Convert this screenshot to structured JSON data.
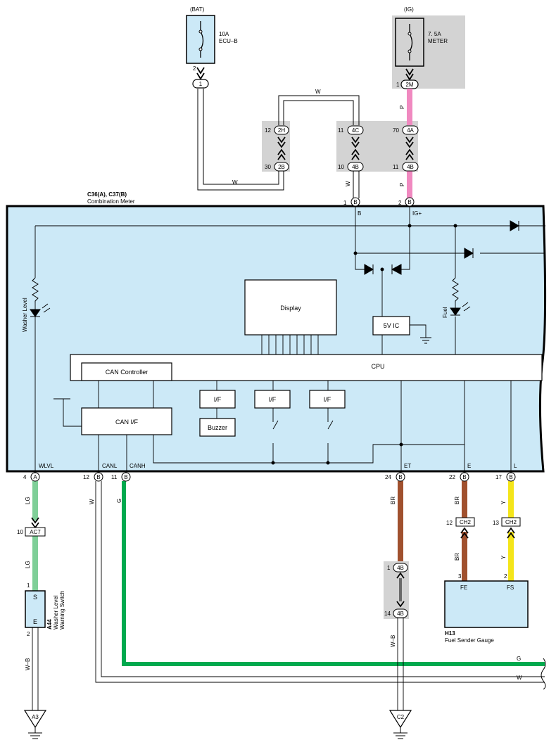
{
  "sources": {
    "bat": {
      "label": "(BAT)",
      "fuse_amp": "10A",
      "fuse_name": "ECU–B",
      "pin": "2",
      "conn": "1"
    },
    "ig": {
      "label": "(IG)",
      "fuse_amp": "7. 5A",
      "fuse_name": "METER",
      "pin": "1",
      "conn": "2M"
    }
  },
  "wires": {
    "w": "W",
    "p": "P",
    "lg": "LG",
    "g": "G",
    "br": "BR",
    "y": "Y",
    "wb": "W–B"
  },
  "junctions": {
    "j2h": {
      "pin": "12",
      "conn": "2H"
    },
    "j2b": {
      "pin": "30",
      "conn": "2B"
    },
    "j4c": {
      "pin": "11",
      "conn": "4C"
    },
    "j4b_top": {
      "pin": "10",
      "conn": "4B"
    },
    "j4a": {
      "pin": "70",
      "conn": "4A"
    },
    "j4b_top2": {
      "pin": "11",
      "conn": "4B"
    },
    "ac7": {
      "pin": "10",
      "conn": "AC7"
    },
    "ch2_l": {
      "pin": "12",
      "conn": "CH2"
    },
    "ch2_r": {
      "pin": "13",
      "conn": "CH2"
    },
    "j4b_bot1": {
      "pin": "1",
      "conn": "4B"
    },
    "j4b_bot2": {
      "pin": "14",
      "conn": "4B"
    }
  },
  "meter": {
    "code": "C36(A), C37(B)",
    "name": "Combination Meter",
    "top_pins": [
      {
        "num": "1",
        "conn": "B",
        "label": "B"
      },
      {
        "num": "2",
        "conn": "B",
        "label": "IG+"
      }
    ],
    "bottom_pins": [
      {
        "num": "4",
        "conn": "A",
        "label": "WLVL"
      },
      {
        "num": "12",
        "conn": "B",
        "label": "CANL"
      },
      {
        "num": "11",
        "conn": "B",
        "label": "CANH"
      },
      {
        "num": "24",
        "conn": "B",
        "label": "ET"
      },
      {
        "num": "22",
        "conn": "B",
        "label": "E"
      },
      {
        "num": "17",
        "conn": "B",
        "label": "L"
      }
    ],
    "blocks": {
      "display": "Display",
      "vic": "5V IC",
      "cpu": "CPU",
      "can_controller": "CAN Controller",
      "can_if": "CAN I/F",
      "if": "I/F",
      "buzzer": "Buzzer"
    },
    "washer_level": "Washer Level",
    "fuel": "Fuel"
  },
  "switch": {
    "code": "A44",
    "name1": "Washer Level",
    "name2": "Warning Switch",
    "pin_top": "1",
    "pin_bot": "2",
    "s": "S",
    "e": "E"
  },
  "sender": {
    "code": "H13",
    "name": "Fuel Sender Gauge",
    "pin_fe": "3",
    "pin_fs": "2",
    "fe": "FE",
    "fs": "FS"
  },
  "grounds": {
    "a3": "A3",
    "c2": "C2"
  },
  "colors": {
    "meter_fill": "#cce9f7",
    "junction_fill": "#d3d3d3",
    "pink": "#f089c0",
    "lightgreen": "#7fcf98",
    "green": "#00a94e",
    "brown": "#a0502e",
    "yellow": "#f4e51a"
  }
}
